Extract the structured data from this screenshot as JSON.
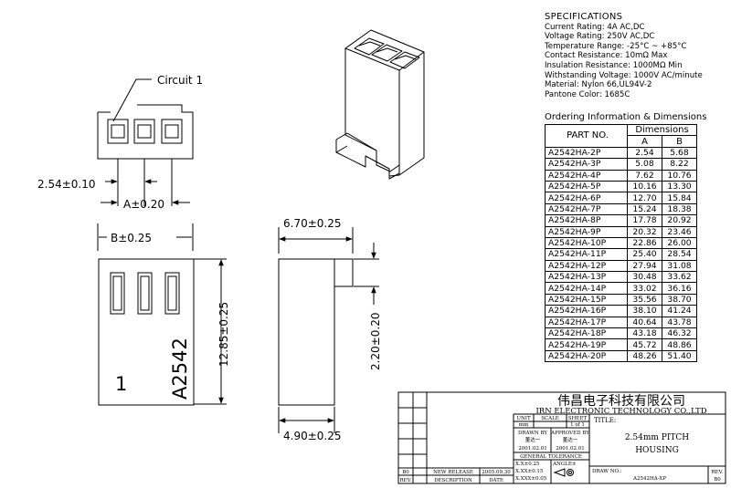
{
  "specifications": {
    "title": "SPECIFICATIONS",
    "lines": [
      "Current Rating: 4A AC,DC",
      "Voltage Rating: 250V AC,DC",
      "Temperature Range: -25°C ~ +85°C",
      "Contact Resistance: 10mΩ Max",
      "Insulation Resistance: 1000MΩ Min",
      "Withstanding Voltage: 1000V AC/minute",
      "Material: Nylon 66,UL94V-2",
      "Pantone Color: 1685C"
    ]
  },
  "ordering": {
    "title": "Ordering Information & Dimensions",
    "headers": {
      "part_no": "PART NO.",
      "dimensions": "Dimensions",
      "a": "A",
      "b": "B"
    },
    "rows": [
      [
        "A2542HA-2P",
        "2.54",
        "5.68"
      ],
      [
        "A2542HA-3P",
        "5.08",
        "8.22"
      ],
      [
        "A2542HA-4P",
        "7.62",
        "10.76"
      ],
      [
        "A2542HA-5P",
        "10.16",
        "13.30"
      ],
      [
        "A2542HA-6P",
        "12.70",
        "15.84"
      ],
      [
        "A2542HA-7P",
        "15.24",
        "18.38"
      ],
      [
        "A2542HA-8P",
        "17.78",
        "20.92"
      ],
      [
        "A2542HA-9P",
        "20.32",
        "23.46"
      ],
      [
        "A2542HA-10P",
        "22.86",
        "26.00"
      ],
      [
        "A2542HA-11P",
        "25.40",
        "28.54"
      ],
      [
        "A2542HA-12P",
        "27.94",
        "31.08"
      ],
      [
        "A2542HA-13P",
        "30.48",
        "33.62"
      ],
      [
        "A2542HA-14P",
        "33.02",
        "36.16"
      ],
      [
        "A2542HA-15P",
        "35.56",
        "38.70"
      ],
      [
        "A2542HA-16P",
        "38.10",
        "41.24"
      ],
      [
        "A2542HA-17P",
        "40.64",
        "43.78"
      ],
      [
        "A2542HA-18P",
        "43.18",
        "46.32"
      ],
      [
        "A2542HA-19P",
        "45.72",
        "48.86"
      ],
      [
        "A2542HA-20P",
        "48.26",
        "51.40"
      ]
    ]
  },
  "drawing": {
    "circuit_label": "Circuit 1",
    "pitch_dim": "2.54±0.10",
    "a_dim": "A±0.20",
    "b_dim": "B±0.25",
    "width_dim": "6.70±0.25",
    "height_dim": "12.85±0.25",
    "latch_dim": "2.20±0.20",
    "depth_dim": "4.90±0.25",
    "body_mark": "A2542",
    "pin_mark": "1"
  },
  "title_block": {
    "company_cn": "伟昌电子科技有限公司",
    "company_en": "IRN ELECTRONIC TECHNOLOGY CO.,LTD",
    "unit_label": "UNIT",
    "unit_value": "mm",
    "scale_label": "SCALE",
    "scale_value": "",
    "sheet_label": "SHEET",
    "sheet_value": "1 of 1",
    "title_label": "TITLE:",
    "title_line1": "2.54mm PITCH",
    "title_line2": "HOUSING",
    "drawn_by_label": "DRAWN BY",
    "drawn_by_name": "董达一",
    "drawn_date": "2001.02.01",
    "approved_by_label": "APPROVED BY",
    "approved_by_name": "董达一",
    "approved_date": "2001.02.01",
    "general_tolerance": "GENERAL TOLERANCE",
    "tol_1": "X.X±0.25",
    "tol_2": "X.XX±0.15",
    "tol_3": "X.XXX±0.05",
    "angle_label": "ANGLE±",
    "drw_no_label": "DRAW NO.:",
    "drw_no_value": "A2542HA-XP",
    "rev_label": "REV.",
    "rev_value": "B0",
    "rev_b0": "B0",
    "new_release": "NEW RELEASE",
    "release_date": "2005.09.30",
    "rev_col": "REV.",
    "desc_col": "DESCRIPTION",
    "date_col": "DATE"
  }
}
